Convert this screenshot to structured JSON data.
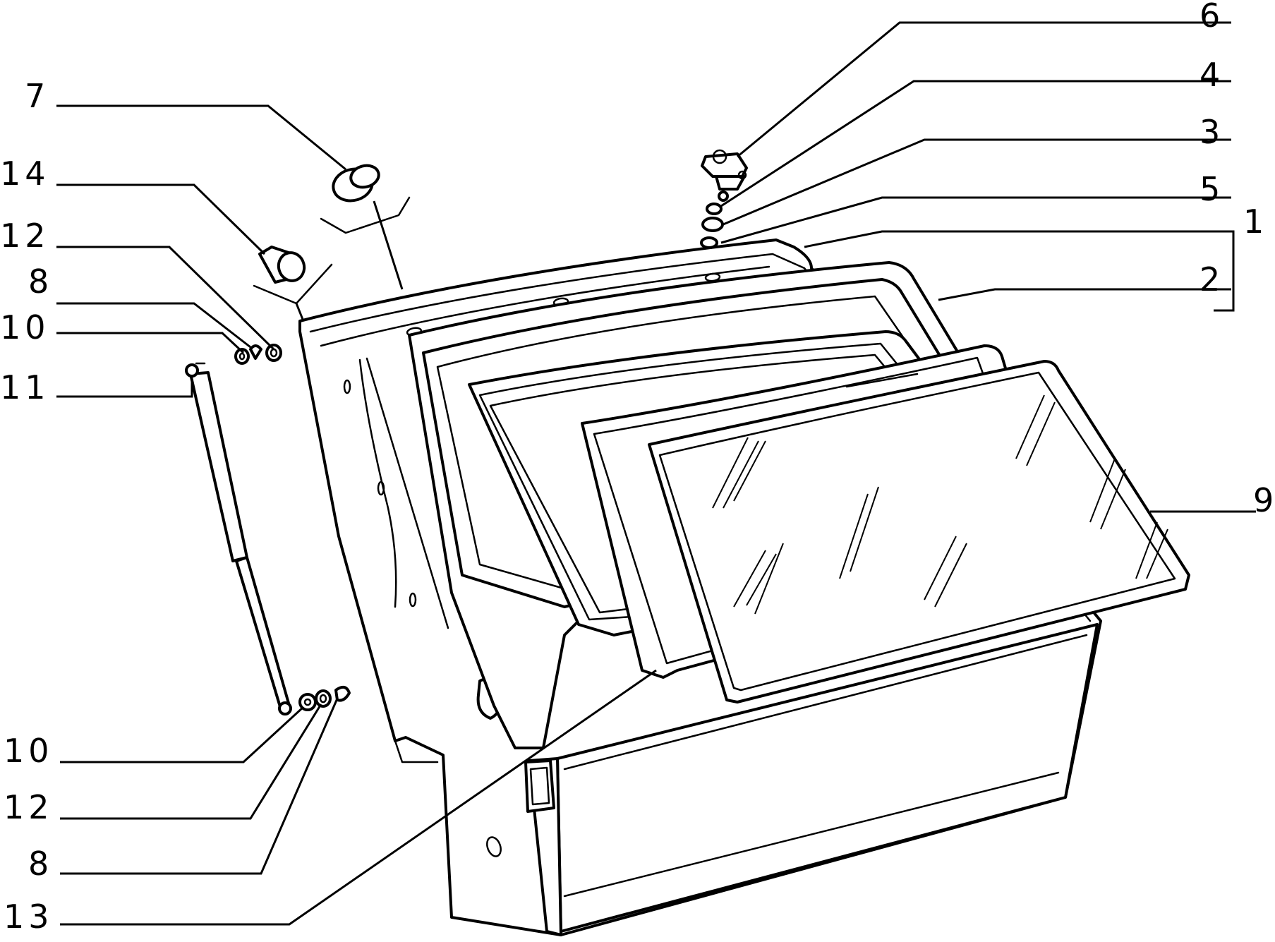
{
  "diagram": {
    "callouts": {
      "c6": "6",
      "c4": "4",
      "c3": "3",
      "c5": "5",
      "c1": "1",
      "c2": "2",
      "c9": "9",
      "c7": "7",
      "c14": "14",
      "c12_top": "12",
      "c8_top": "8",
      "c10_top": "10",
      "c11": "11",
      "c10_bottom": "10",
      "c12_bottom": "12",
      "c8_bottom": "8",
      "c13": "13"
    }
  }
}
